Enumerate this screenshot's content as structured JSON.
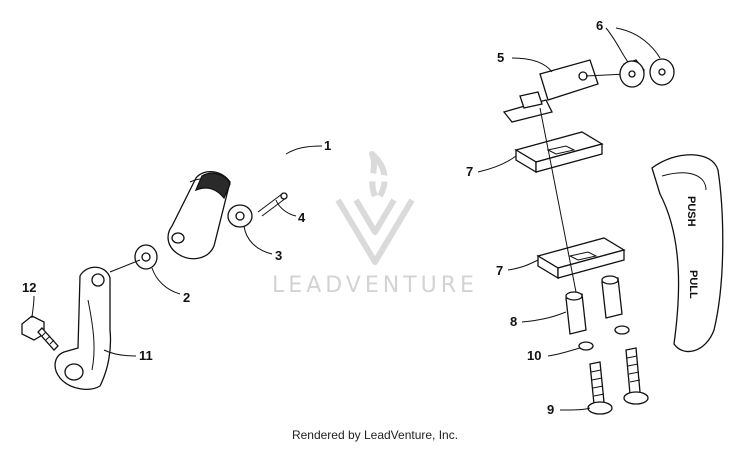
{
  "diagram": {
    "callouts": [
      {
        "id": "1",
        "label": "1"
      },
      {
        "id": "2",
        "label": "2"
      },
      {
        "id": "3",
        "label": "3"
      },
      {
        "id": "4",
        "label": "4"
      },
      {
        "id": "5",
        "label": "5"
      },
      {
        "id": "6",
        "label": "6"
      },
      {
        "id": "7a",
        "label": "7"
      },
      {
        "id": "7b",
        "label": "7"
      },
      {
        "id": "8",
        "label": "8"
      },
      {
        "id": "9",
        "label": "9"
      },
      {
        "id": "10",
        "label": "10"
      },
      {
        "id": "11",
        "label": "11"
      },
      {
        "id": "12",
        "label": "12"
      }
    ],
    "handle_text_top": "PUSH",
    "handle_text_bottom": "PULL",
    "watermark": "LEADVENTURE"
  },
  "footer": {
    "text": "Rendered by LeadVenture, Inc."
  }
}
